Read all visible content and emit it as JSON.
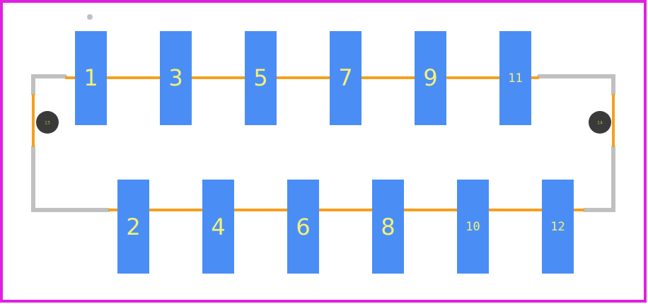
{
  "footprint": {
    "pads_top": [
      {
        "label": "1"
      },
      {
        "label": "3"
      },
      {
        "label": "5"
      },
      {
        "label": "7"
      },
      {
        "label": "9"
      },
      {
        "label": "11"
      }
    ],
    "pads_bottom": [
      {
        "label": "2"
      },
      {
        "label": "4"
      },
      {
        "label": "6"
      },
      {
        "label": "8"
      },
      {
        "label": "10"
      },
      {
        "label": "12"
      }
    ],
    "mounting_holes": [
      {
        "label": "13"
      },
      {
        "label": "14"
      }
    ]
  },
  "colors": {
    "border": "#e020e0",
    "pad": "#4a8ef5",
    "pad_label": "#f5f07a",
    "trace": "#f5a01e",
    "outline": "#c0c0c0",
    "hole": "#3a3a3a",
    "hole_label": "#c8b83a"
  }
}
